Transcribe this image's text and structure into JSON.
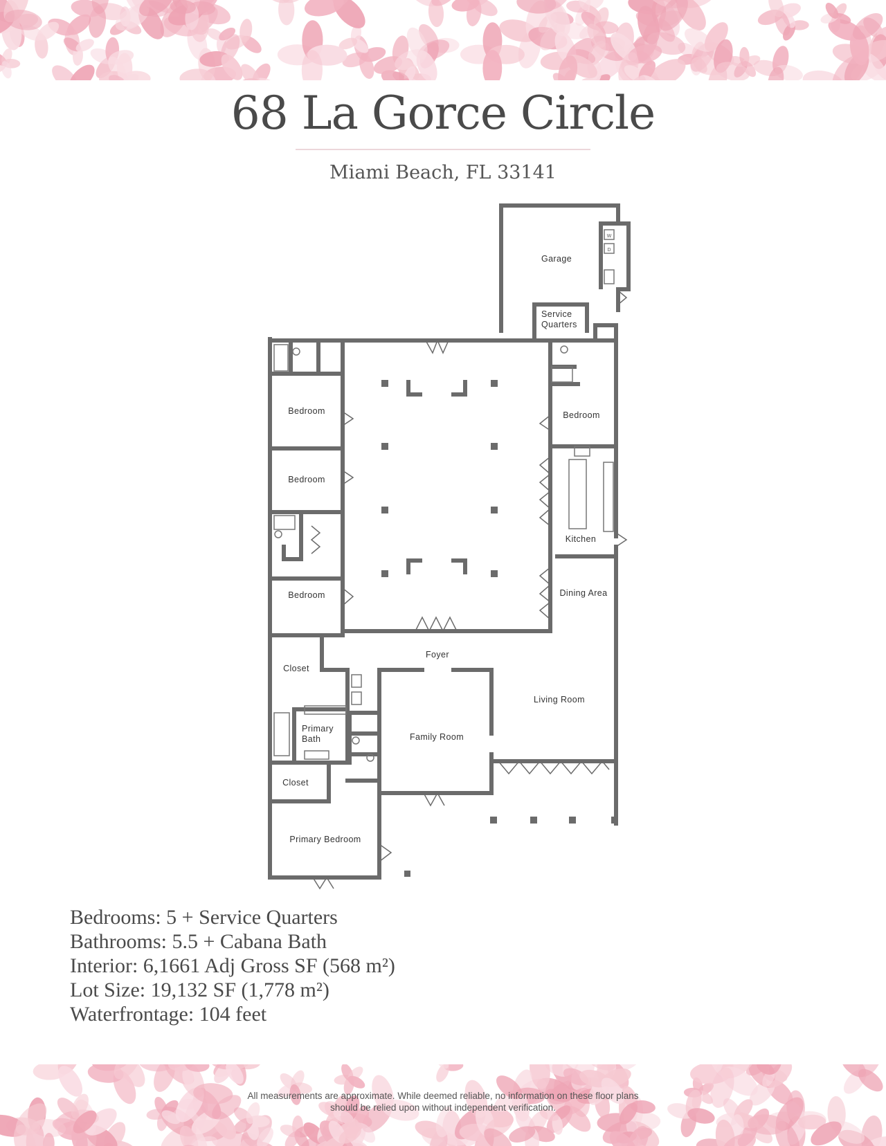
{
  "header": {
    "title": "68 La Gorce Circle",
    "subtitle": "Miami Beach, FL 33141"
  },
  "floor_plan": {
    "rooms": {
      "garage": "Garage",
      "service_quarters_line1": "Service",
      "service_quarters_line2": "Quarters",
      "bedroom_a": "Bedroom",
      "bedroom_b": "Bedroom",
      "bedroom_c": "Bedroom",
      "bedroom_d": "Bedroom",
      "kitchen": "Kitchen",
      "dining_area": "Dining Area",
      "foyer": "Foyer",
      "closet_a": "Closet",
      "closet_b": "Closet",
      "living_room": "Living Room",
      "family_room": "Family Room",
      "primary_bath_line1": "Primary",
      "primary_bath_line2": "Bath",
      "primary_bedroom": "Primary Bedroom"
    },
    "appliance_labels": {
      "washer": "W",
      "dryer": "D"
    },
    "colors": {
      "wall": "#6b6b6b",
      "fixture": "#777777"
    }
  },
  "facts": {
    "bedrooms": "Bedrooms: 5 + Service Quarters",
    "bathrooms": "Bathrooms: 5.5 + Cabana Bath",
    "interior": "Interior: 6,1661 Adj Gross SF (568 m²)",
    "lot_size": "Lot Size: 19,132 SF (1,778 m²)",
    "waterfrontage": "Waterfrontage: 104 feet"
  },
  "footer": {
    "disclaimer_line1": "All measurements are approximate. While deemed reliable, no information on these floor plans",
    "disclaimer_line2": "should be relied upon without independent verification."
  },
  "decoration": {
    "petal_colors": [
      "#f6c9d2",
      "#f2b3c1",
      "#f9dbe2",
      "#eea4b4"
    ],
    "motif": "pink-floral-pattern"
  }
}
